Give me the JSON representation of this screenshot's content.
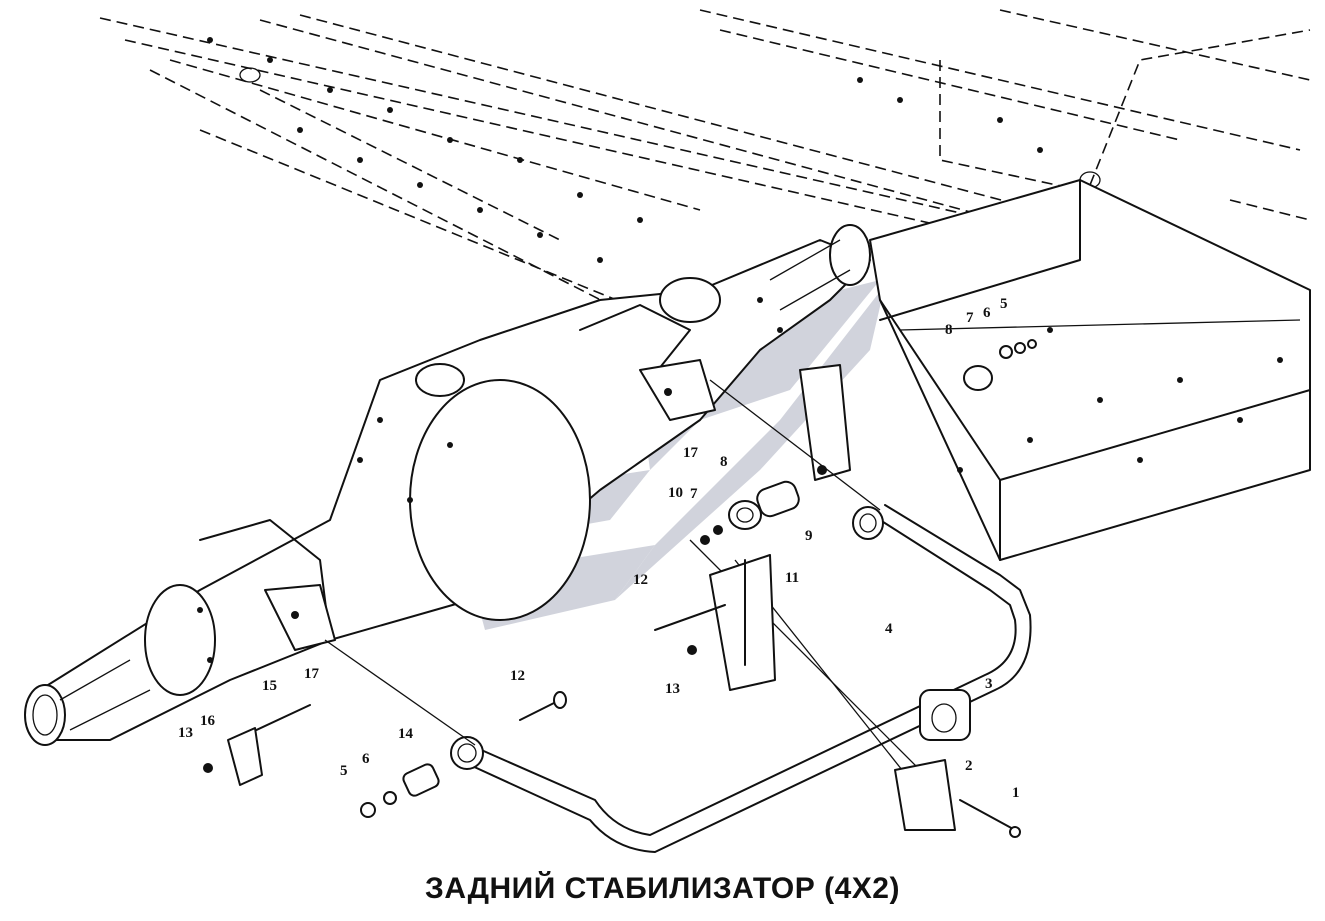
{
  "caption": "ЗАДНИЙ СТАБИЛИЗАТОР (4Х2)",
  "callouts": [
    {
      "id": "c1",
      "label": "1"
    },
    {
      "id": "c2",
      "label": "2"
    },
    {
      "id": "c3",
      "label": "3"
    },
    {
      "id": "c4",
      "label": "4"
    },
    {
      "id": "c5a",
      "label": "5"
    },
    {
      "id": "c5b",
      "label": "5"
    },
    {
      "id": "c6a",
      "label": "6"
    },
    {
      "id": "c6b",
      "label": "6"
    },
    {
      "id": "c7a",
      "label": "7"
    },
    {
      "id": "c7b",
      "label": "7"
    },
    {
      "id": "c8a",
      "label": "8"
    },
    {
      "id": "c8b",
      "label": "8"
    },
    {
      "id": "c9",
      "label": "9"
    },
    {
      "id": "c10",
      "label": "10"
    },
    {
      "id": "c11",
      "label": "11"
    },
    {
      "id": "c12a",
      "label": "12"
    },
    {
      "id": "c12b",
      "label": "12"
    },
    {
      "id": "c13a",
      "label": "13"
    },
    {
      "id": "c13b",
      "label": "13"
    },
    {
      "id": "c14",
      "label": "14"
    },
    {
      "id": "c15",
      "label": "15"
    },
    {
      "id": "c16",
      "label": "16"
    },
    {
      "id": "c17a",
      "label": "17"
    },
    {
      "id": "c17b",
      "label": "17"
    }
  ],
  "colors": {
    "line": "#111111",
    "watermark": "#c9ccd6",
    "background": "#ffffff"
  }
}
